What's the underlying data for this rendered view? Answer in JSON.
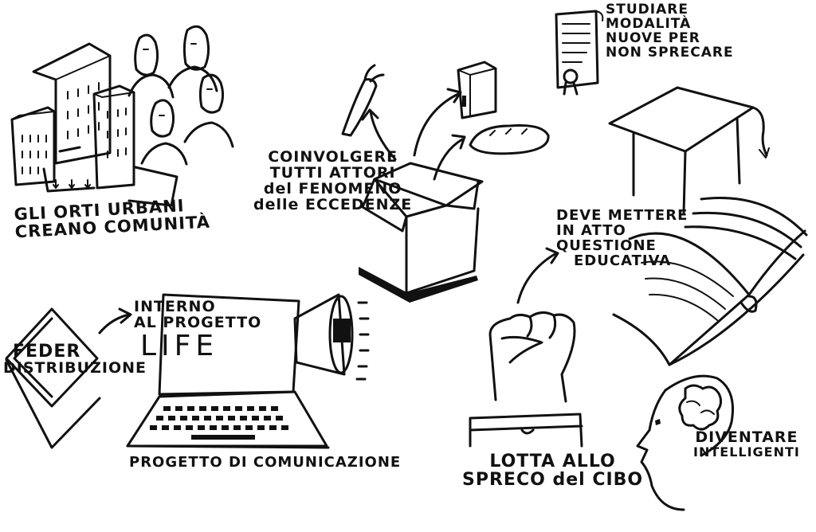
{
  "labels": {
    "orti": {
      "line1": "GLI ORTI URBANI",
      "line2": "CREANO COMUNITÀ"
    },
    "coinvolgere": {
      "line1": "COINVOLGERE",
      "line2": "TUTTI ATTORI",
      "line3": "del FENOMENO",
      "line4": "delle ECCEDENZE"
    },
    "studiare": {
      "line1": "STUDIARE",
      "line2": "MODALITÀ",
      "line3": "NUOVE PER",
      "line4": "NON SPRECARE"
    },
    "educativa": {
      "line1": "DEVE METTERE",
      "line2": "IN ATTO",
      "line3": "QUESTIONE",
      "line4": "EDUCATIVA"
    },
    "feder": {
      "line1": "FEDER",
      "line2": "DISTRIBUZIONE"
    },
    "interno": {
      "line1": "INTERNO",
      "line2": "AL PROGETTO",
      "line3": "LIFE"
    },
    "comunicazione": {
      "line1": "PROGETTO DI COMUNICAZIONE"
    },
    "lotta": {
      "line1": "LOTTA ALLO",
      "line2": "SPRECO del CIBO"
    },
    "diventare": {
      "line1": "DIVENTARE",
      "line2": "INTELLIGENTI"
    }
  },
  "icons": [
    "buildings-icon",
    "people-icon",
    "carrot-icon",
    "box-icon",
    "fridge-icon",
    "bread-icon",
    "certificate-icon",
    "mortarboard-icon",
    "book-icon",
    "diamond-logo-icon",
    "laptop-icon",
    "megaphone-icon",
    "fist-icon",
    "head-profile-icon",
    "arrow-icon"
  ],
  "colors": {
    "ink": "#111111",
    "background": "#ffffff"
  }
}
